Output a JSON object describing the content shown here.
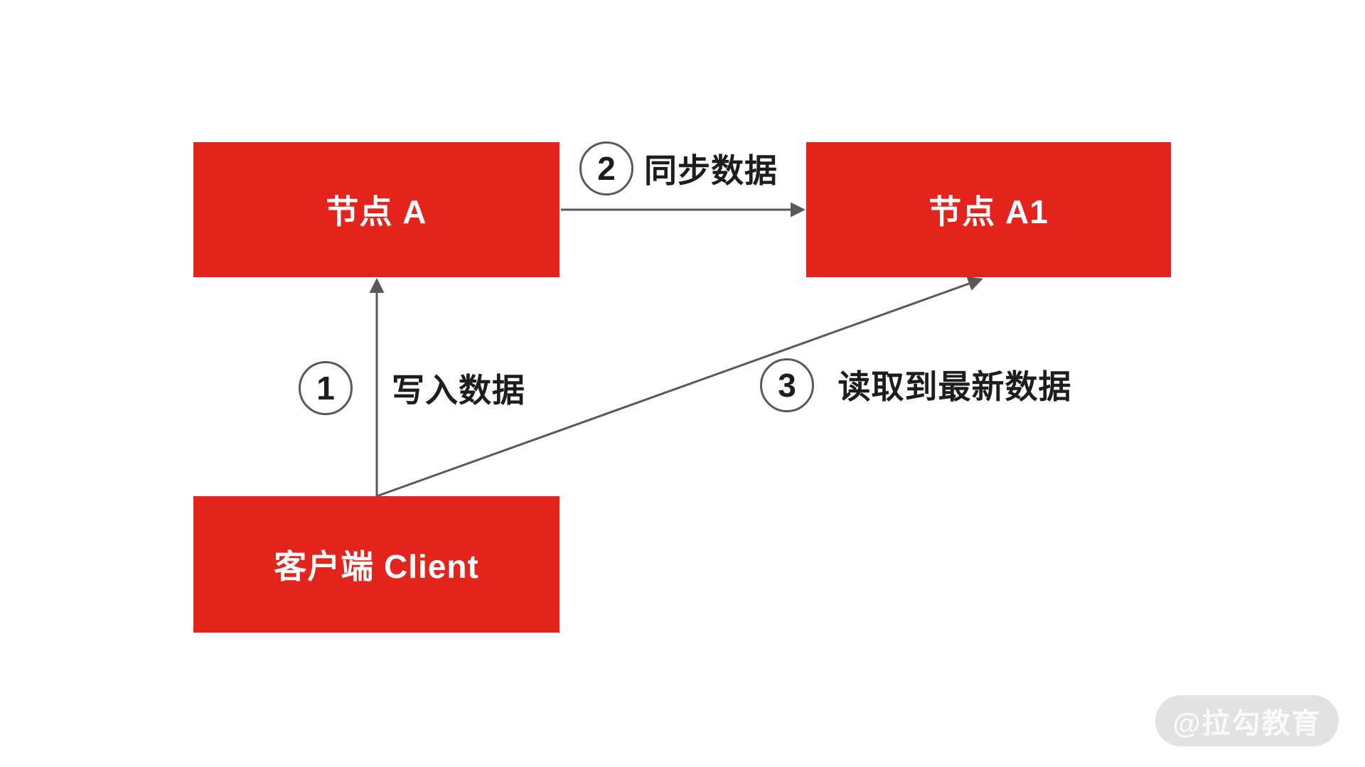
{
  "colors": {
    "node_fill": "#e2241c",
    "node_text": "#ffffff",
    "arrow": "#595959",
    "label_text": "#1d1d1d",
    "circle_bg": "#ffffff",
    "watermark_bg": "#e2e2e2",
    "watermark_text": "#fafafa",
    "page_bg": "#ffffff"
  },
  "diagram": {
    "nodes": {
      "node_a": {
        "label": "节点 A"
      },
      "node_a1": {
        "label": "节点 A1"
      },
      "client": {
        "label": "客户端 Client"
      }
    },
    "steps": {
      "step1": {
        "number": "1",
        "label": "写入数据",
        "from": "客户端 Client",
        "to": "节点 A"
      },
      "step2": {
        "number": "2",
        "label": "同步数据",
        "from": "节点 A",
        "to": "节点 A1"
      },
      "step3": {
        "number": "3",
        "label": "读取到最新数据",
        "from": "客户端 Client",
        "to": "节点 A1"
      }
    }
  },
  "watermark": {
    "text": "@拉勾教育"
  }
}
